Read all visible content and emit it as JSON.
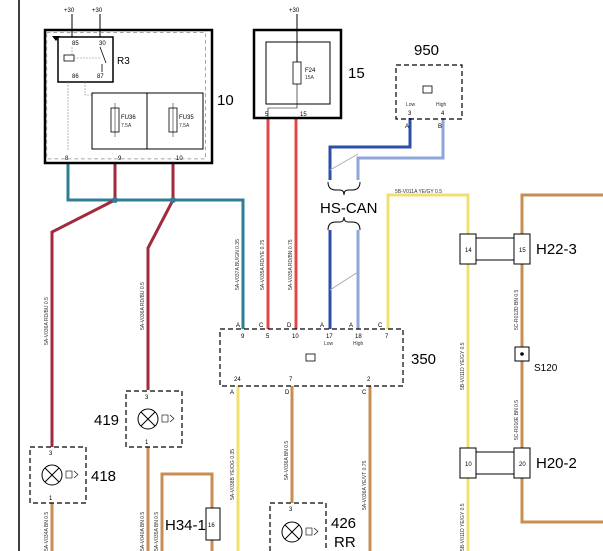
{
  "colors": {
    "red": "#a02a3e",
    "bright_red": "#e0484a",
    "teal": "#2e7f93",
    "yellow": "#efe070",
    "orange": "#c98c52",
    "blue": "#2c4fa8",
    "light_blue": "#8ea6d8"
  },
  "supply": {
    "plus30": "+30"
  },
  "relay": {
    "name": "R3",
    "pins": [
      "85",
      "30",
      "86",
      "87"
    ]
  },
  "module_10": {
    "label": "10",
    "fuse_a": "FU36",
    "fuse_a_rating": "7.5A",
    "fuse_b": "FU35",
    "fuse_b_rating": "7.5A",
    "pins": [
      "8",
      "9",
      "10"
    ]
  },
  "module_15": {
    "label": "15",
    "fuse": "F24",
    "fuse_rating": "15A",
    "pins": [
      "5",
      "15"
    ]
  },
  "module_950": {
    "label": "950",
    "low": "Low",
    "high": "High",
    "pins": [
      "A",
      "B",
      "3",
      "4"
    ]
  },
  "hs_can": "HS-CAN",
  "module_350": {
    "label": "350",
    "top_pins": [
      {
        "letter": "A",
        "num": "9"
      },
      {
        "letter": "C",
        "num": "5"
      },
      {
        "letter": "D",
        "num": "10"
      },
      {
        "letter": "A",
        "num": "17",
        "sub": "Low"
      },
      {
        "letter": "A",
        "num": "18",
        "sub": "High"
      },
      {
        "letter": "C",
        "num": "7"
      }
    ],
    "bottom_pins": [
      {
        "num": "24",
        "letter": "A"
      },
      {
        "num": "7",
        "letter": "D"
      },
      {
        "num": "2",
        "letter": "C"
      }
    ]
  },
  "connectors": {
    "h22": {
      "label": "H22-3",
      "left_pin": "14",
      "right_pin": "15"
    },
    "h20": {
      "label": "H20-2",
      "left_pin": "10",
      "right_pin": "20"
    },
    "s120": "S120",
    "h34": {
      "label": "H34-1",
      "pin": "16"
    }
  },
  "lamps": {
    "l418": {
      "label": "418",
      "top_pin": "3",
      "bottom_pin": "1"
    },
    "l419": {
      "label": "419",
      "top_pin": "3",
      "bottom_pin": "1"
    },
    "l426": {
      "label": "426",
      "sub": "RR",
      "top_pin": "3"
    }
  },
  "wire_labels": {
    "w1": "5A-V036A RD/BU 0.5",
    "w2": "5A-V036A RD/BU 0.5",
    "w3": "5A-V037A BU/GN 0.35",
    "w4": "5A-V035A RD/YE 0.75",
    "w5": "5A-V035A RD/BN 0.75",
    "w6": "5B-V011A YE/GY 0.5",
    "w7": "5B-V011D YE/GY 0.5",
    "w8": "5C-R012D BN 0.5",
    "w9": "5C-R016E BN 0.5",
    "w10": "5A-V038B YE/OG 0.35",
    "w11": "5A-V036A BN 0.5",
    "w12": "5A-V035A BN 0.5",
    "w13": "5A-V036A YE/VT 0.75",
    "w14": "5A-V034A BN 0.5",
    "w15": "5A-V040A BN 0.5",
    "w16": "5B-V011D YE/GY 0.5"
  }
}
